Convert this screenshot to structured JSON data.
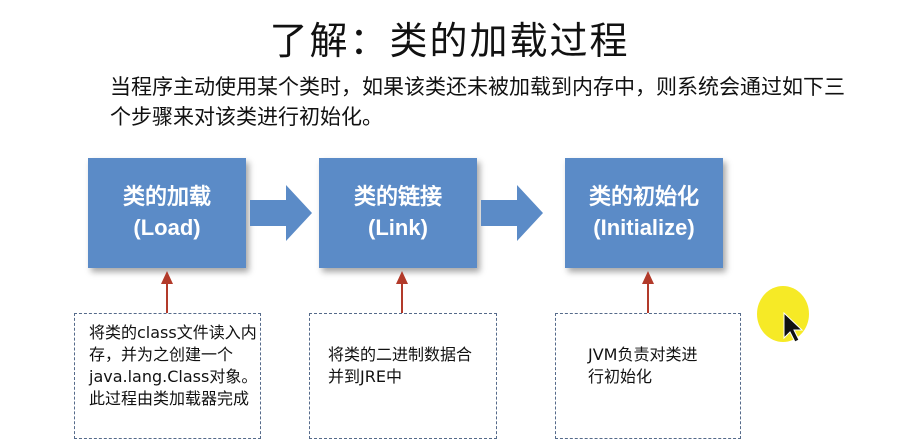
{
  "title": "了解：类的加载过程",
  "intro": "当程序主动使用某个类时，如果该类还未被加载到内存中，则系统会通过如下三个步骤来对该类进行初始化。",
  "stages": [
    {
      "cn": "类的加载",
      "en": "(Load)",
      "note": "将类的class文件读入内存，并为之创建一个java.lang.Class对象。此过程由类加载器完成"
    },
    {
      "cn": "类的链接",
      "en": "(Link)",
      "note": "将类的二进制数据合并到JRE中"
    },
    {
      "cn": "类的初始化",
      "en": "(Initialize)",
      "note": "JVM负责对类进行初始化"
    }
  ],
  "colors": {
    "stage_fill": "#5b8bc7",
    "arrow_fill": "#5b8bc7",
    "connector": "#b23a2a",
    "pointer_highlight": "#f5e600"
  },
  "icons": {
    "pointer": "cursor-arrow-icon"
  }
}
